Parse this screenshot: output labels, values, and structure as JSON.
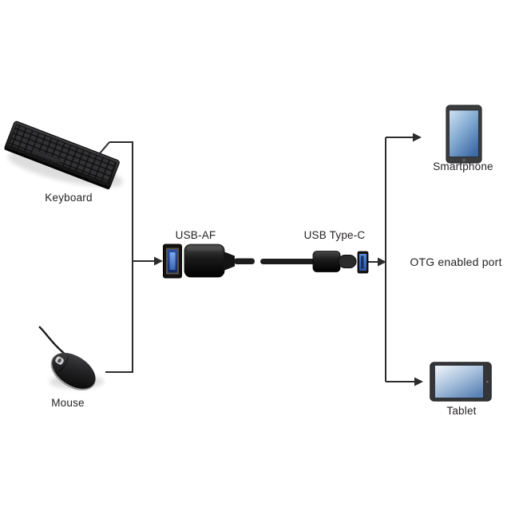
{
  "diagram": {
    "background_color": "#ffffff",
    "line_color": "#2b2b2b",
    "text_color": "#231f20",
    "usb_blue": "#3f74c8",
    "peripherals": [
      {
        "id": "keyboard",
        "label": "Keyboard",
        "icon": "keyboard-icon"
      },
      {
        "id": "mouse",
        "label": "Mouse",
        "icon": "mouse-icon"
      }
    ],
    "adapter": {
      "usb_af_label": "USB-AF",
      "usb_type_c_label": "USB Type-C"
    },
    "port_note": "OTG enabled port",
    "devices": [
      {
        "id": "smartphone",
        "label": "Smartphone",
        "icon": "smartphone-icon"
      },
      {
        "id": "tablet",
        "label": "Tablet",
        "icon": "tablet-icon"
      }
    ]
  }
}
